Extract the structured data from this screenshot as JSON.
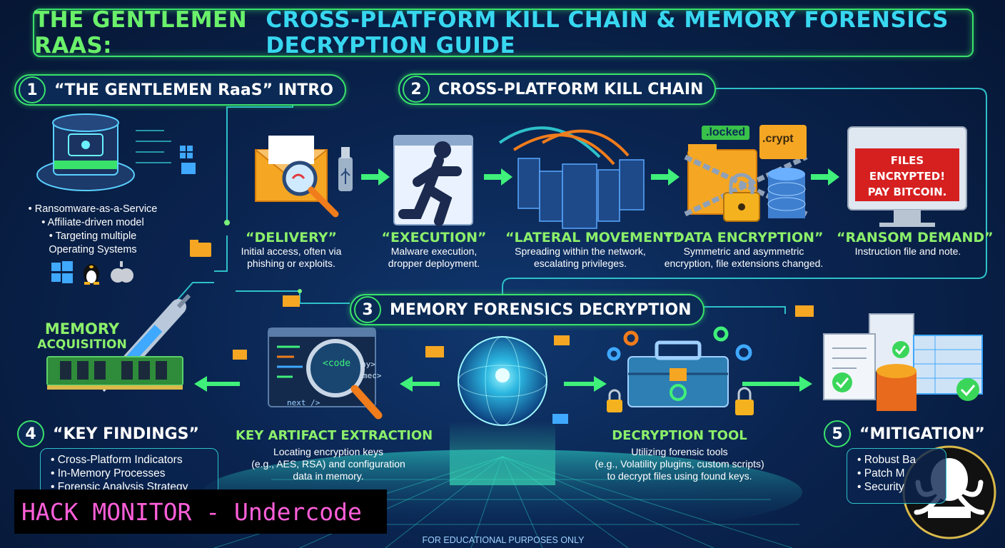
{
  "title": {
    "part1": "THE GENTLEMEN RAAS:",
    "part2": "CROSS-PLATFORM KILL CHAIN & MEMORY FORENSICS DECRYPTION GUIDE"
  },
  "section1": {
    "number": "1",
    "label": "“THE GENTLEMEN RaaS” INTRO",
    "bullets": [
      "• Ransomware-as-a-Service",
      "• Affiliate-driven model",
      "• Targeting multiple",
      "Operating Systems"
    ]
  },
  "section2": {
    "number": "2",
    "label": "CROSS-PLATFORM KILL CHAIN",
    "stages": [
      {
        "title": "“DELIVERY”",
        "desc1": "Initial access, often via",
        "desc2": "phishing or exploits."
      },
      {
        "title": "“EXECUTION”",
        "desc1": "Malware execution,",
        "desc2": "dropper deployment."
      },
      {
        "title": "“LATERAL MOVEMENT”",
        "desc1": "Spreading within the network,",
        "desc2": "escalating privileges."
      },
      {
        "title": "“DATA ENCRYPTION”",
        "desc1": "Symmetric and asymmetric",
        "desc2": "encryption, file extensions changed."
      },
      {
        "title": "“RANSOM DEMAND”",
        "desc1": "Instruction file and note.",
        "desc2": ""
      }
    ],
    "tag_locked": ".locked",
    "tag_crypt": ".crypt",
    "screen_line1": "FILES ENCRYPTED!",
    "screen_line2": "PAY BITCOIN."
  },
  "section3": {
    "number": "3",
    "label": "MEMORY FORENSICS DECRYPTION",
    "memory_line1": "MEMORY",
    "memory_line2": "ACQUISITION",
    "artifact_title": "KEY ARTIFACT EXTRACTION",
    "artifact_desc": [
      "Locating encryption keys",
      "(e.g., AES, RSA) and configuration",
      "data in memory."
    ],
    "code_text1": "<code",
    "code_text2": "ny>",
    "code_text3": "mec>",
    "code_text4": "next />",
    "tool_title": "DECRYPTION TOOL",
    "tool_desc": [
      "Utilizing forensic tools",
      "(e.g., Volatility plugins, custom scripts)",
      "to decrypt files using found keys."
    ]
  },
  "section4": {
    "number": "4",
    "label": "“KEY FINDINGS”",
    "items": [
      "• Cross-Platform Indicators",
      "• In-Memory Processes",
      "• Forensic Analysis Strategy"
    ]
  },
  "section5": {
    "number": "5",
    "label": "“MITIGATION”",
    "items": [
      "• Robust Ba",
      "• Patch M",
      "• Security"
    ]
  },
  "overlay": {
    "text": "HACK MONITOR - Undercode"
  },
  "footer": {
    "text": "FOR EDUCATIONAL PURPOSES ONLY"
  },
  "colors": {
    "accent_green": "#39e26a",
    "title_green": "#6af06a",
    "title_cyan": "#38d7f0",
    "label_green": "#8cf06a",
    "overlay_pink": "#ff5fd9",
    "ransom_red": "#d62020"
  },
  "icons": [
    "top-hat-icon",
    "windows-icon",
    "linux-icon",
    "apple-icon",
    "envelope-icon",
    "magnifier-icon",
    "usb-icon",
    "running-man-icon",
    "server-rack-icon",
    "chain-lock-icon",
    "database-icon",
    "monitor-icon",
    "syringe-icon",
    "ram-module-icon",
    "code-window-icon",
    "globe-icon",
    "toolbox-icon",
    "gear-icon",
    "padlock-icon",
    "documents-icon",
    "checkmark-icon",
    "octopus-logo-icon",
    "folder-icon"
  ]
}
